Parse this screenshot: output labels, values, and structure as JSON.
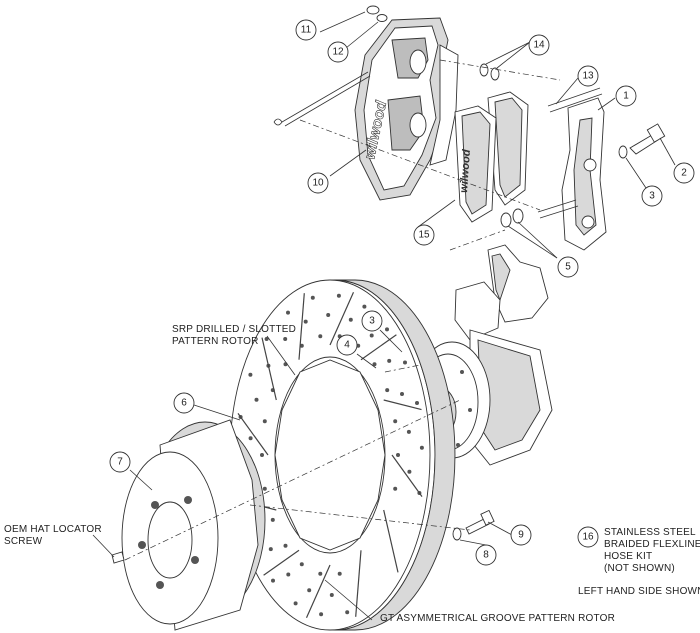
{
  "callouts": {
    "c1": "1",
    "c2": "2",
    "c3a": "3",
    "c3b": "3",
    "c4": "4",
    "c5": "5",
    "c6": "6",
    "c7": "7",
    "c8": "8",
    "c9": "9",
    "c10": "10",
    "c11": "11",
    "c12": "12",
    "c13": "13",
    "c14": "14",
    "c15": "15",
    "c16": "16"
  },
  "labels": {
    "srp_line1": "SRP DRILLED / SLOTTED",
    "srp_line2": "PATTERN ROTOR",
    "oem_line1": "OEM HAT LOCATOR",
    "oem_line2": "SCREW",
    "gt": "GT ASYMMETRICAL GROOVE PATTERN ROTOR",
    "hose_line1": "STAINLESS STEEL",
    "hose_line2": "BRAIDED FLEXLINE",
    "hose_line3": "HOSE KIT",
    "hose_line4": "(NOT SHOWN)",
    "side": "LEFT HAND SIDE SHOWN"
  },
  "brand": "wilwood"
}
